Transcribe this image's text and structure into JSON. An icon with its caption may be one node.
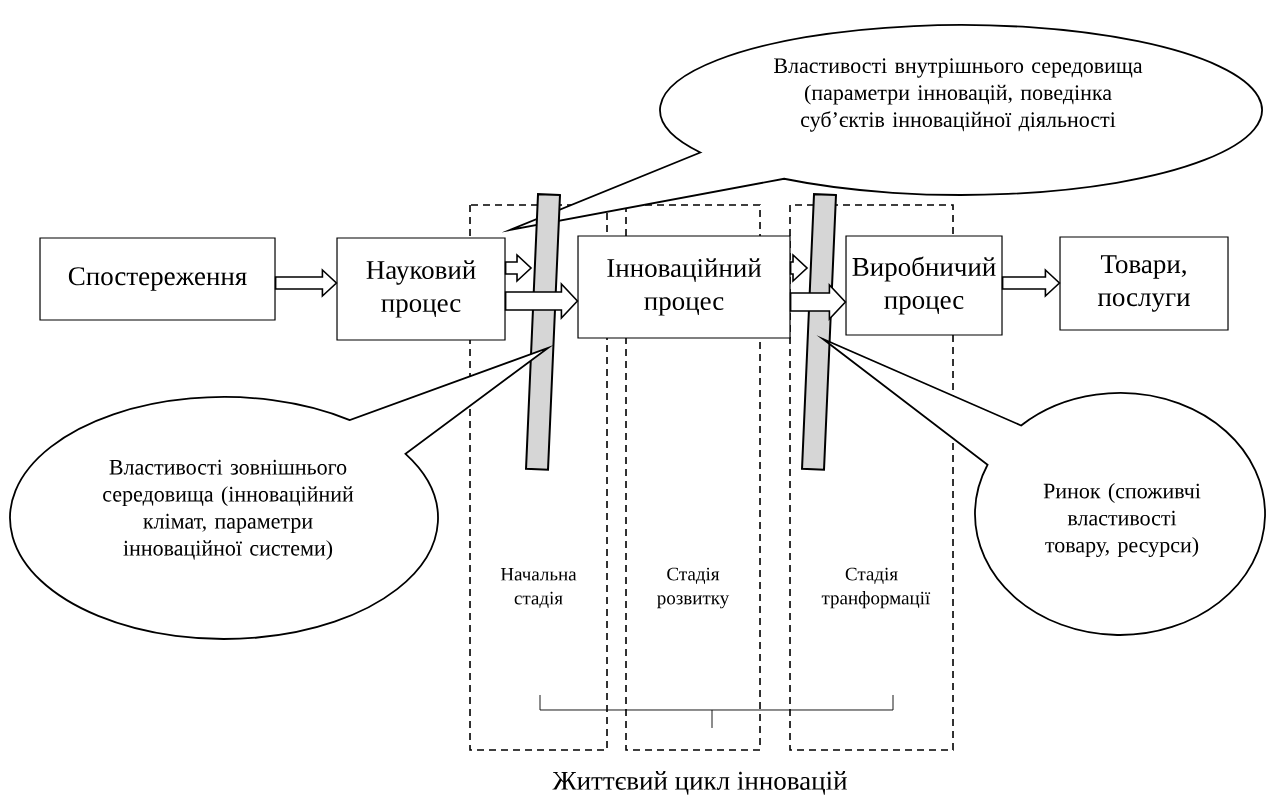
{
  "diagram": {
    "nodes": [
      {
        "text": [
          "Властивості внутрішнього середовища (параметри інновацій, поведінка суб’єктів інноваційної діяльності"
        ]
      },
      {
        "text": [
          "Спостереження"
        ]
      },
      {
        "text": [
          "Науковий процес"
        ]
      },
      {
        "text": [],
        "shape": "bar",
        "in": 10
      },
      {
        "text": [
          "Інноваційний процес"
        ]
      },
      {
        "text": [],
        "shape": "bar",
        "in": 12
      },
      {
        "text": [
          "Виробничий процес"
        ]
      },
      {
        "text": [
          "Товари, послуги"
        ]
      },
      {
        "text": [
          "Властивості зовнішнього середовища (інноваційний клімат, параметри інноваційної системи)"
        ]
      },
      {
        "text": [
          "Ринок (споживчі властивості товару, ресурси)"
        ]
      },
      {
        "text": [
          "Начальна стадія"
        ]
      },
      {
        "text": [
          "Стадія розвитку"
        ]
      },
      {
        "text": [
          "Стадія транформації"
        ]
      }
    ],
    "edges": [
      {
        "from": 1,
        "to": 2,
        "arrow": "to"
      },
      {
        "from": 2,
        "to": 3,
        "arrow": "to"
      },
      {
        "from": 2,
        "to": 4,
        "arrow": "to"
      },
      {
        "from": 4,
        "to": 5,
        "arrow": "to"
      },
      {
        "from": 4,
        "to": 6,
        "arrow": "to"
      },
      {
        "from": 6,
        "to": 7,
        "arrow": "to"
      }
    ],
    "labels": [
      "Життєвий цикл інновацій"
    ]
  }
}
